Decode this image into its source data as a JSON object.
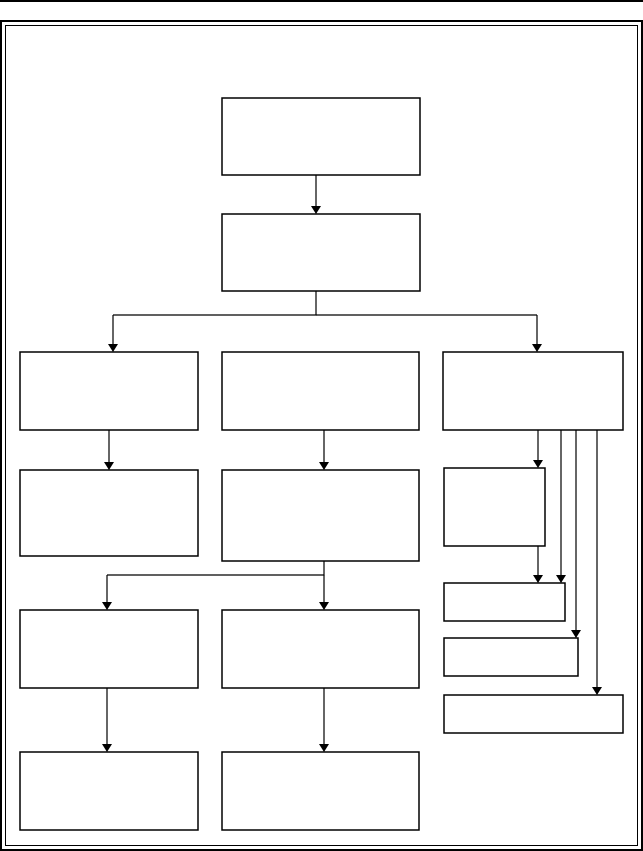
{
  "diagram": {
    "stroke": "#000000",
    "background": "#ffffff",
    "boxes": [
      {
        "id": "b1",
        "label": ""
      },
      {
        "id": "b2",
        "label": ""
      },
      {
        "id": "b3",
        "label": ""
      },
      {
        "id": "b4",
        "label": ""
      },
      {
        "id": "b5",
        "label": ""
      },
      {
        "id": "b6",
        "label": ""
      },
      {
        "id": "b7",
        "label": ""
      },
      {
        "id": "b8",
        "label": ""
      },
      {
        "id": "b9",
        "label": ""
      },
      {
        "id": "b10",
        "label": ""
      },
      {
        "id": "b11",
        "label": ""
      },
      {
        "id": "b12",
        "label": ""
      },
      {
        "id": "b13",
        "label": ""
      },
      {
        "id": "b14",
        "label": ""
      },
      {
        "id": "b15",
        "label": ""
      }
    ]
  }
}
